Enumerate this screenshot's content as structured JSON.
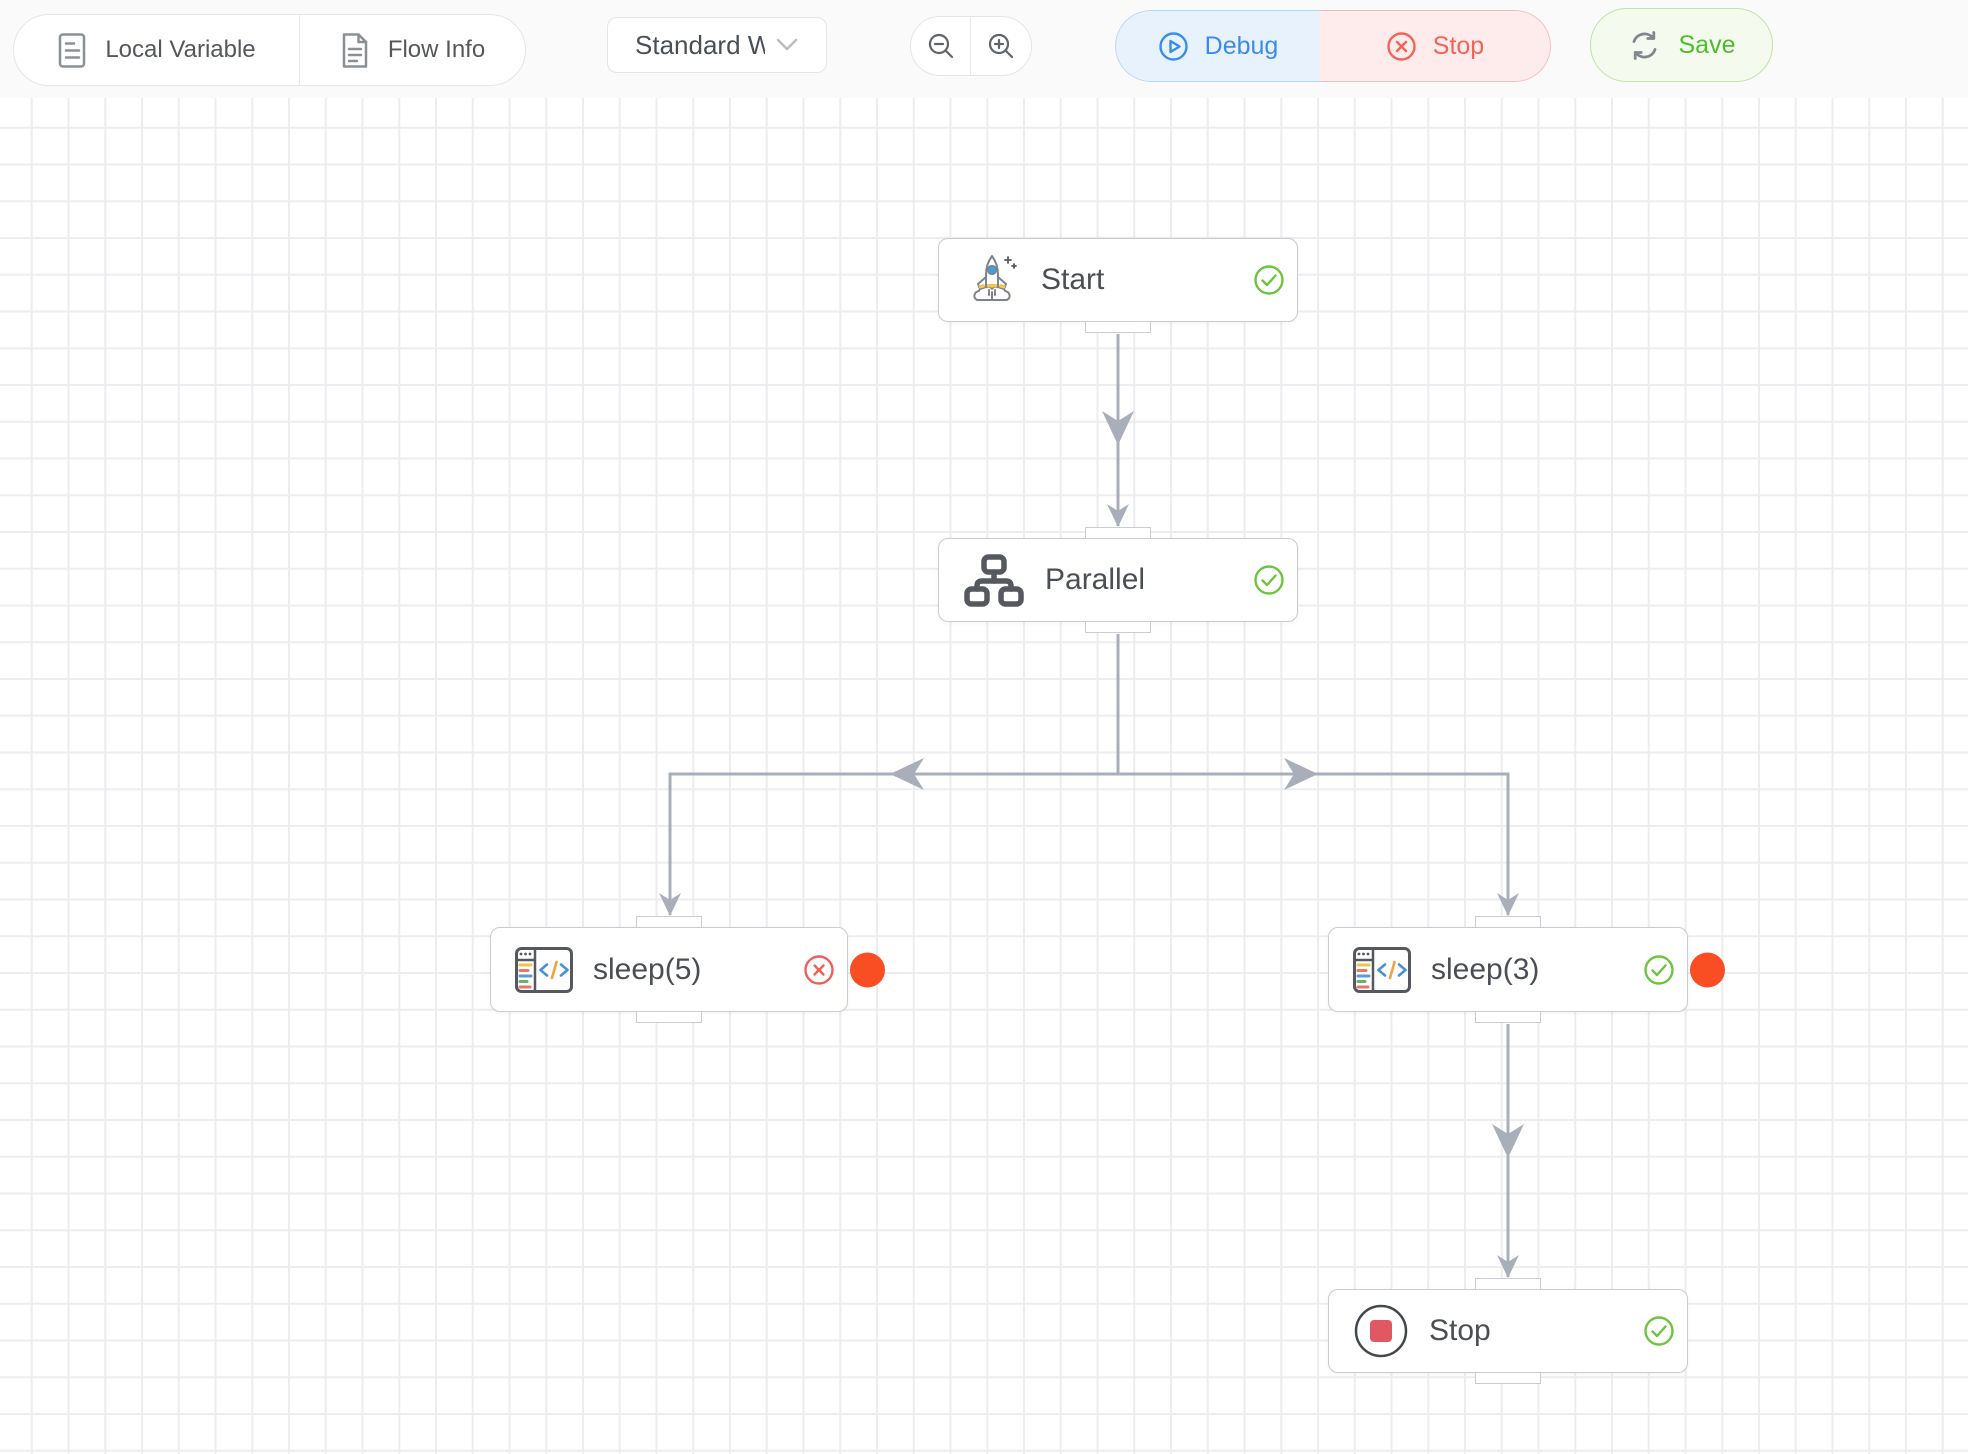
{
  "toolbar": {
    "local_variable_label": "Local Variable",
    "flow_info_label": "Flow Info",
    "version_selected": "Standard W",
    "debug_label": "Debug",
    "stop_label": "Stop",
    "save_label": "Save"
  },
  "canvas": {
    "nodes": {
      "start": {
        "label": "Start",
        "status": "success"
      },
      "parallel": {
        "label": "Parallel",
        "status": "success"
      },
      "sleep5": {
        "label": "sleep(5)",
        "status": "error"
      },
      "sleep3": {
        "label": "sleep(3)",
        "status": "success"
      },
      "stop": {
        "label": "Stop",
        "status": "success"
      }
    }
  },
  "icons": {
    "local_variable": "document-lines-icon",
    "flow_info": "document-page-icon",
    "version": "chevron-down-icon",
    "zoom_out": "magnifier-minus-icon",
    "zoom_in": "magnifier-plus-icon",
    "debug": "play-circle-icon",
    "stop_toolbar": "x-circle-icon",
    "save": "sync-icon",
    "start_node": "rocket-icon",
    "parallel_node": "hierarchy-icon",
    "sleep_node": "code-window-icon",
    "stop_node": "stop-circle-icon",
    "status_success": "check-circle-icon",
    "status_error": "x-circle-icon"
  },
  "colors": {
    "toolbar_bg": "#fafafb",
    "accent_blue": "#3b8cea",
    "accent_red": "#f2635a",
    "accent_green": "#4fbc2f",
    "status_success": "#6ec33f",
    "status_error": "#f25e57",
    "highlight_dot": "#f94d23",
    "edge": "#a8afba",
    "grid_line": "#ededf1",
    "node_border": "#c9ccd4"
  }
}
